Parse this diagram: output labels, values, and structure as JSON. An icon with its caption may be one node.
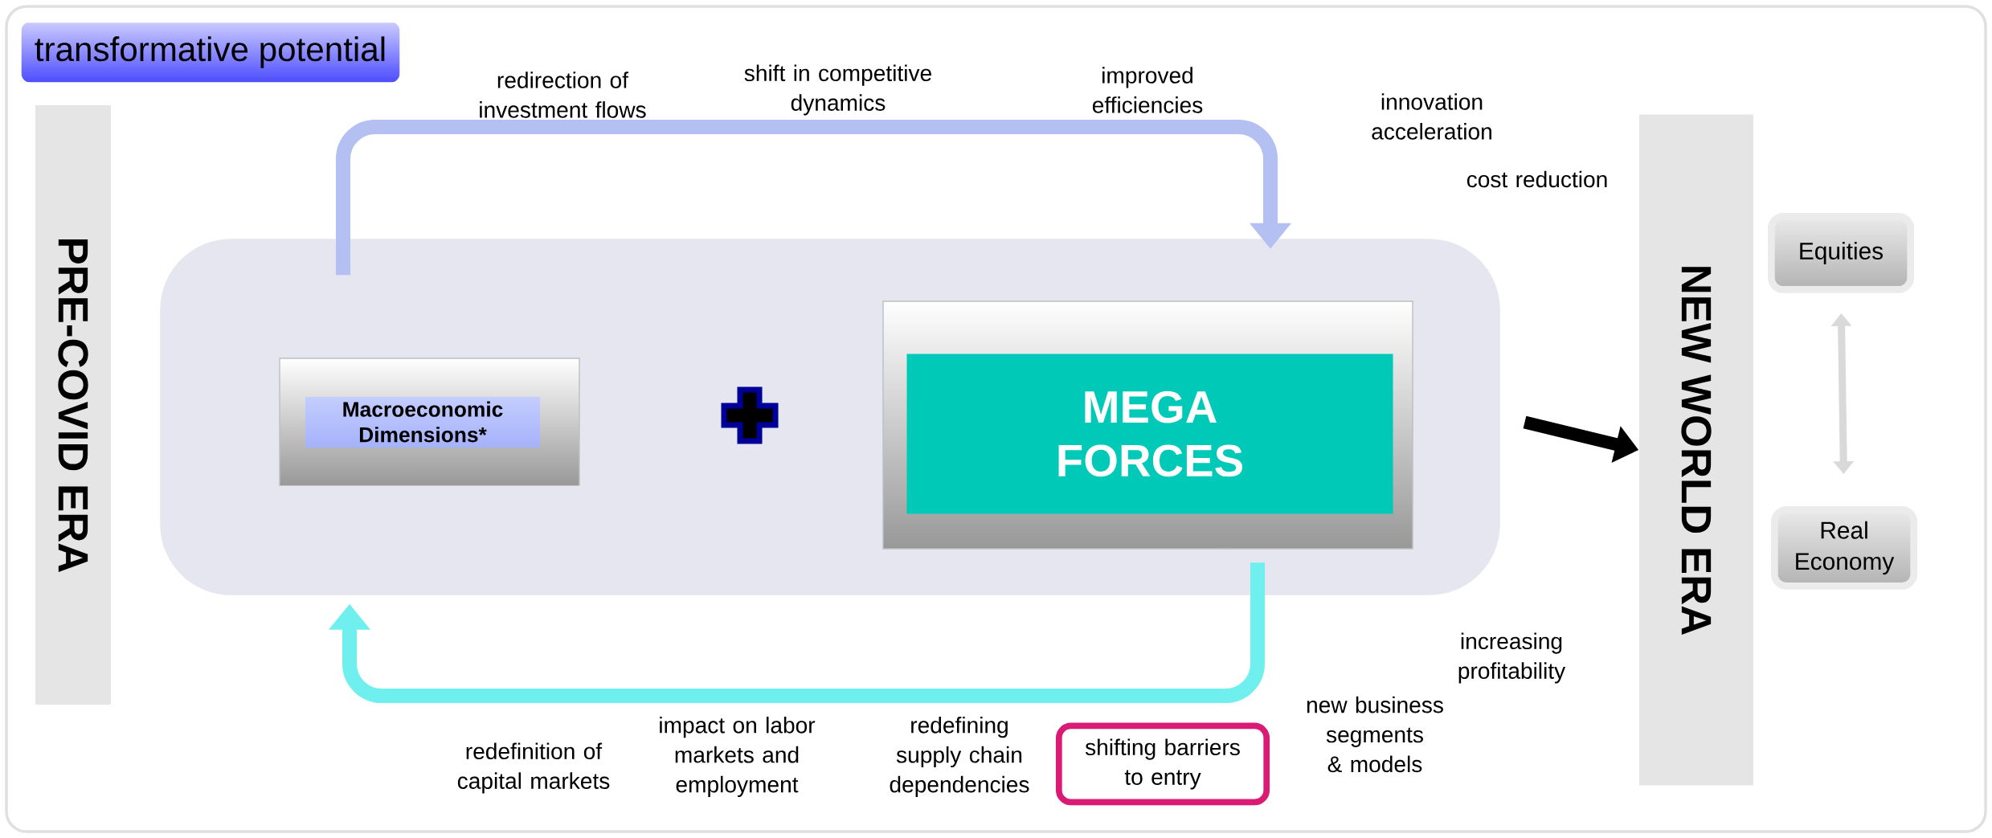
{
  "diagram": {
    "nodes": [
      {
        "text": [
          "transformative potential"
        ]
      },
      {
        "text": [
          "PRE-COVID ERA"
        ]
      },
      {
        "text": [],
        "shape": "box"
      },
      {
        "text": [
          "Macroeconomic Dimensions*"
        ],
        "in": 2
      },
      {
        "text": [
          "MEGA FORCES"
        ],
        "in": 2
      },
      {
        "text": [
          "NEW WORLD ERA"
        ]
      },
      {
        "text": [
          "Equities"
        ]
      },
      {
        "text": [
          "Real Economy"
        ]
      },
      {
        "text": [
          "shifting barriers to entry"
        ]
      }
    ],
    "edges": [
      {
        "from": 3,
        "to": 4,
        "arrow": "to",
        "color": "#b4bff2"
      },
      {
        "from": 4,
        "to": 3,
        "arrow": "to",
        "color": "#6ff0ee"
      },
      {
        "from": 2,
        "to": 5,
        "arrow": "to",
        "color": "#000000"
      },
      {
        "from": 6,
        "to": 7,
        "arrow": "both",
        "color": "#d9d9d9"
      }
    ],
    "labels": [
      "redirection of investment flows",
      "shift in competitive dynamics",
      "improved efficiencies",
      "innovation acceleration",
      "cost reduction",
      "increasing profitability",
      "new business segments & models",
      "redefinition of capital markets",
      "impact on labor markets and employment",
      "redefining supply chain dependencies"
    ]
  }
}
